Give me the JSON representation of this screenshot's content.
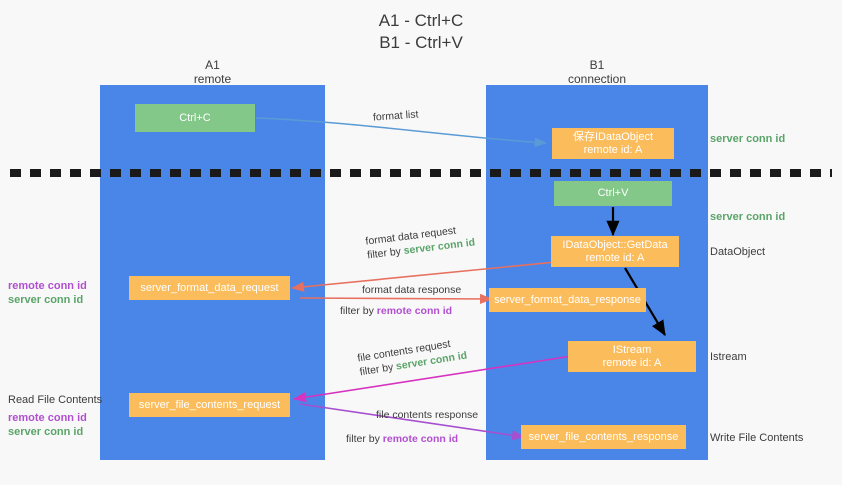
{
  "title": {
    "line1": "A1 - Ctrl+C",
    "line2": "B1 - Ctrl+V"
  },
  "lanes": [
    {
      "id": "a1",
      "name": "A1",
      "subtitle": "remote"
    },
    {
      "id": "b1",
      "name": "B1",
      "subtitle": "connection"
    }
  ],
  "boxes": {
    "ctrl_c": {
      "label": "Ctrl+C",
      "color": "#83c789"
    },
    "save_idataobject": {
      "line1": "保存IDataObject",
      "line2": "remote id: A",
      "color": "#fbbc5c"
    },
    "ctrl_v": {
      "label": "Ctrl+V",
      "color": "#83c789"
    },
    "getdata": {
      "line1": "IDataObject::GetData",
      "line2": "remote id: A",
      "color": "#fbbc5c"
    },
    "format_data_request": {
      "label": "server_format_data_request",
      "color": "#fbbc5c"
    },
    "format_data_response": {
      "label": "server_format_data_response",
      "color": "#fbbc5c"
    },
    "istream": {
      "line1": "IStream",
      "line2": "remote id: A",
      "color": "#fbbc5c"
    },
    "file_contents_request": {
      "label": "server_file_contents_request",
      "color": "#fbbc5c"
    },
    "file_contents_response": {
      "label": "server_file_contents_response",
      "color": "#fbbc5c"
    }
  },
  "arrow_labels": {
    "format_list": "format list",
    "format_data_request": {
      "line1": "format data request",
      "filter_prefix": "filter by ",
      "filter_value": "server conn id"
    },
    "format_data_response": {
      "line1": "format data response",
      "filter_prefix": "filter by ",
      "filter_value": "remote conn id"
    },
    "file_contents_request": {
      "line1": "file contents request",
      "filter_prefix": "filter by ",
      "filter_value": "server conn id"
    },
    "file_contents_response": {
      "line1": "file contents response",
      "filter_prefix": "filter by ",
      "filter_value": "remote conn id"
    }
  },
  "right_labels": {
    "server_conn_id_1": "server conn id",
    "server_conn_id_2": "server conn id",
    "dataobject": "DataObject",
    "istream": "Istream",
    "write_file_contents": "Write File Contents"
  },
  "left_labels": {
    "remote_conn_id_1": "remote conn id",
    "server_conn_id_1": "server conn id",
    "read_file_contents": "Read File Contents",
    "remote_conn_id_2": "remote conn id",
    "server_conn_id_2": "server conn id"
  },
  "colors": {
    "lane": "#4a86e8",
    "green_box": "#83c789",
    "orange_box": "#fbbc5c",
    "green_text": "#5aa469",
    "purple_text": "#b24fd0",
    "arrow_blue": "#5b9bd5",
    "arrow_red": "#e8705f",
    "arrow_magenta": "#d633c0",
    "arrow_purple": "#a64fd0",
    "arrow_black": "#000000",
    "background": "#f8f8f8"
  }
}
